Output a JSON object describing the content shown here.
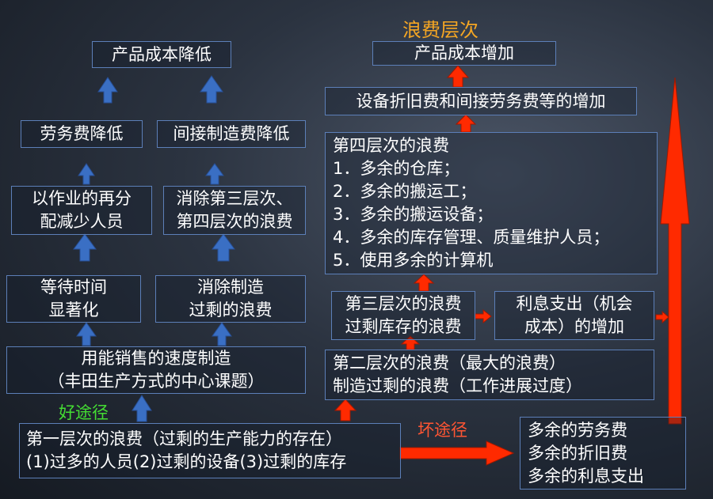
{
  "title": "浪费层次",
  "good_path_label": "好途径",
  "bad_path_label": "坏途径",
  "colors": {
    "title": "#f5a623",
    "good_path": "#44dd33",
    "bad_path": "#ff5533",
    "arrow_blue": "#3a6fc4",
    "arrow_red": "#ff2a00",
    "box_border": "#5c7fb8"
  },
  "left_column": {
    "product_cost_down": "产品成本降低",
    "labor_cost_down": "劳务费降低",
    "indirect_cost_down": "间接制造费降低",
    "reassign": [
      "以作业的再分",
      "配减少人员"
    ],
    "eliminate_34": [
      "消除第三层次、",
      "第四层次的浪费"
    ],
    "waiting_visible": [
      "等待时间",
      "显著化"
    ],
    "eliminate_overproduction": [
      "消除制造",
      "过剩的浪费"
    ],
    "sales_speed": [
      "用能销售的速度制造",
      "（丰田生产方式的中心课题）"
    ]
  },
  "level1": [
    "第一层次的浪费（过剩的生产能力的存在）",
    "(1)过多的人员(2)过剩的设备(3)过剩的库存"
  ],
  "right_column": {
    "product_cost_up": "产品成本增加",
    "depreciation_up": "设备折旧费和间接劳务费等的增加",
    "level4": [
      "第四层次的浪费",
      "1．多余的仓库；",
      "2．多余的搬运工；",
      "3．多余的搬运设备；",
      "4．多余的库存管理、质量维护人员；",
      "5．使用多余的计算机"
    ],
    "level3": [
      "第三层次的浪费",
      "过剩库存的浪费"
    ],
    "interest": [
      "利息支出（机会",
      "成本）的增加"
    ],
    "level2": [
      "第二层次的浪费（最大的浪费）",
      "制造过剩的浪费（工作进展过度）"
    ],
    "excess": [
      "多余的劳务费",
      "多余的折旧费",
      "多余的利息支出"
    ]
  }
}
